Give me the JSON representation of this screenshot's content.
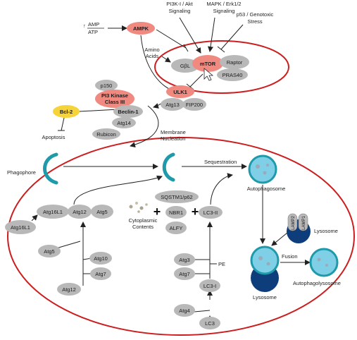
{
  "colors": {
    "red_node": "#f08a80",
    "grey_node": "#b8b8b8",
    "yellow_node": "#f5d33a",
    "ellipse_outline": "#cc1e1e",
    "phagophore": "#1e9aaa",
    "vesicle_light": "#7fd0e6",
    "lysosome_dark": "#0d3d7a"
  },
  "labels": {
    "amp": "AMP",
    "atp": "ATP",
    "ampk": "AMPK",
    "pi3k_akt_1": "PI3K-I / Akt",
    "pi3k_akt_2": "Signaling",
    "mapk_1": "MAPK / Erk1/2",
    "mapk_2": "Signaling",
    "p53_1": "p53 / Genotoxic",
    "p53_2": "Stress",
    "amino_1": "Amino",
    "amino_2": "Acids",
    "gbl": "GβL",
    "mtor": "mTOR",
    "raptor": "Raptor",
    "pras40": "PRAS40",
    "ulk1": "ULK1",
    "atg13_top": "Atg13",
    "fip200": "FIP200",
    "p150": "p150",
    "pi3k3_1": "PI3 Kinase",
    "pi3k3_2": "Class III",
    "bcl2": "Bcl-2",
    "beclin1": "Beclin-1",
    "atg14": "Atg14",
    "rubicon": "Rubicon",
    "apoptosis": "Apoptosis",
    "membrane_1": "Membrane",
    "membrane_2": "Nucleation",
    "phagophore": "Phagophore",
    "sequestration": "Sequestration",
    "autophagosome": "Autophagosome",
    "atg16l1_a": "Atg16L1",
    "atg12_a": "Atg12",
    "atg5_a": "Atg5",
    "atg16l1_b": "Atg16L1",
    "atg5_b": "Atg5",
    "atg10": "Atg10",
    "atg7_a": "Atg7",
    "atg12_b": "Atg12",
    "cyto_1": "Cytoplasmic",
    "cyto_2": "Contents",
    "plus_1": "+",
    "plus_2": "+",
    "sqstm1": "SQSTM1/p62",
    "nbr1": "NBR1",
    "alfy": "ALFY",
    "lc3ii": "LC3-II",
    "atg3": "Atg3",
    "atg7_b": "Atg7",
    "pe": "PE",
    "lc3i": "LC3-I",
    "atg4": "Atg4",
    "lc3": "LC3",
    "lamp2": "LAMP2",
    "lamp1": "LAMP1",
    "lysosome_a": "Lysosome",
    "fusion": "Fusion",
    "autophagolysosome": "Autophagolysosome",
    "lysosome_b": "Lysosome"
  }
}
